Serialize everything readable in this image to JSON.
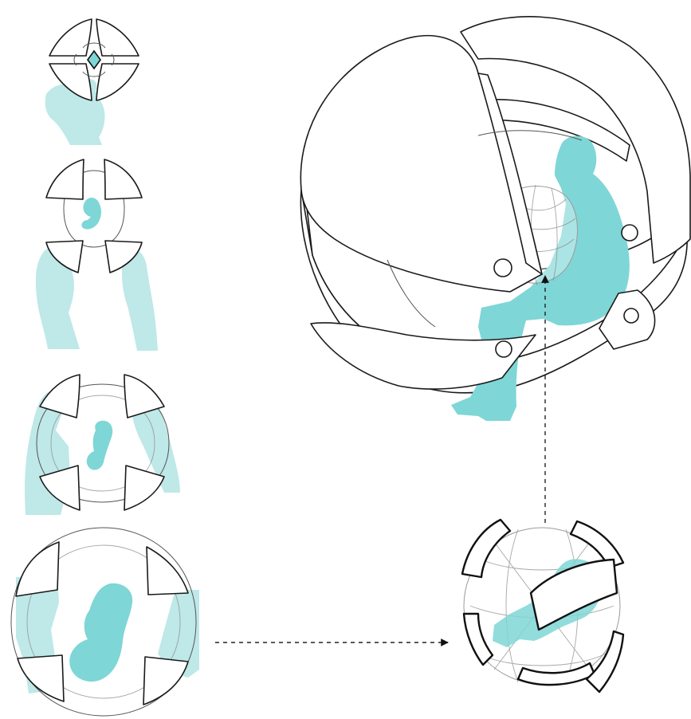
{
  "colors": {
    "silhouette": "#7fd6d6",
    "hand": "#bfe8e8",
    "ink": "#1a1a1a",
    "background": "#ffffff"
  },
  "stages": [
    {
      "name": "closed-pod-held-by-hand"
    },
    {
      "name": "pod-opening-with-two-hands"
    },
    {
      "name": "pod-unfolding-fetus-visible"
    },
    {
      "name": "pod-fully-open-large-fetus"
    }
  ],
  "arrows": [
    {
      "name": "arrow-to-transparent-sphere",
      "direction": "right"
    },
    {
      "name": "arrow-up-to-open-sphere",
      "direction": "up"
    }
  ]
}
